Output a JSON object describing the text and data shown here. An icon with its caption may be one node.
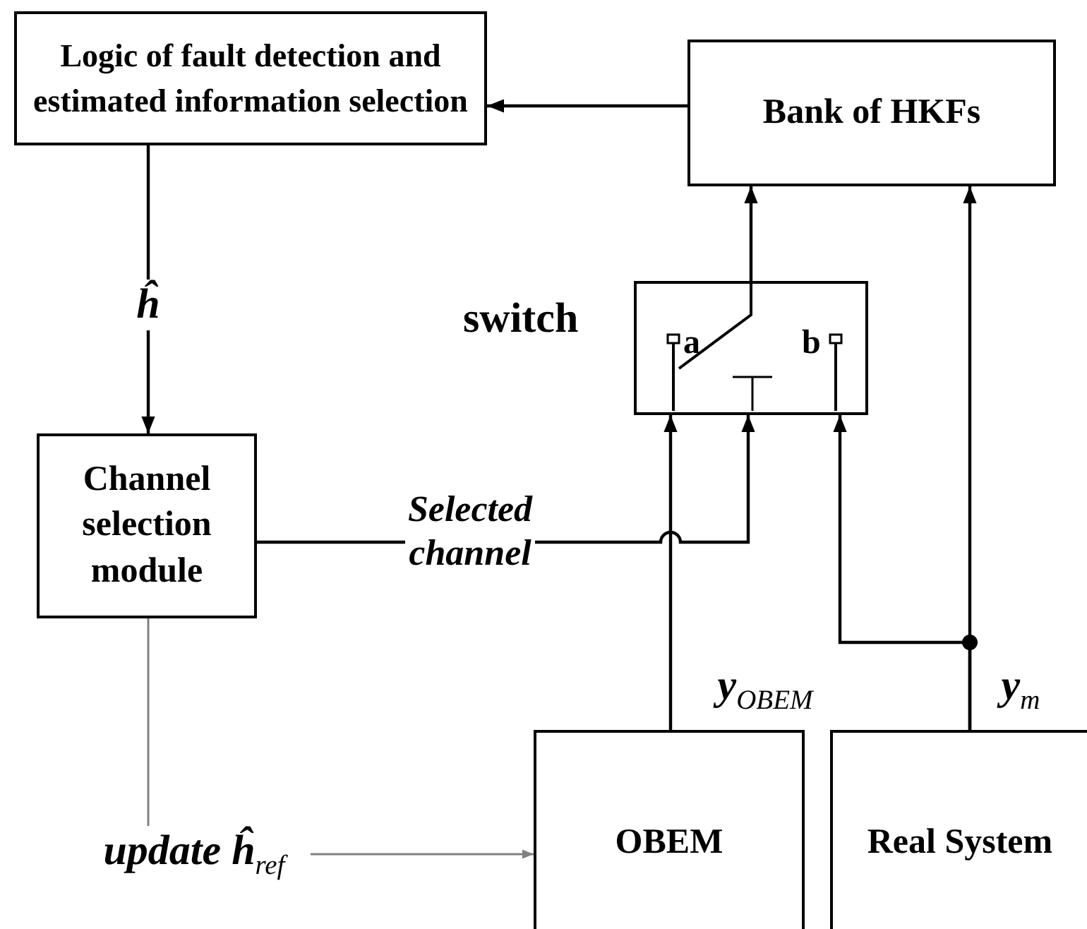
{
  "diagram": {
    "nodes": [
      {
        "text": [
          "Logic of fault detection and estimated information selection"
        ]
      },
      {
        "text": [
          "Bank of HKFs"
        ]
      },
      {
        "text": [],
        "shape": "box",
        "beside": [
          "switch"
        ]
      },
      {
        "text": [
          "Channel selection module"
        ]
      },
      {
        "text": [
          "OBEM"
        ]
      },
      {
        "text": [
          "Real System"
        ]
      }
    ],
    "edges": [
      {
        "from": 1,
        "to": 0,
        "arrow": "to"
      },
      {
        "from": 0,
        "to": 3,
        "arrow": "to",
        "label": "ĥ"
      },
      {
        "from": 2,
        "to": 1,
        "arrow": "to"
      },
      {
        "from": 3,
        "to": 2,
        "arrow": "to",
        "label": "Selected channel"
      },
      {
        "from": 4,
        "to": 2,
        "arrow": "to",
        "label": "y$_{OBEM}$"
      },
      {
        "from": 5,
        "to": 1,
        "arrow": "to",
        "label": "y$_{m}$"
      },
      {
        "from": 5,
        "to": 2,
        "arrow": "to"
      },
      {
        "from": 3,
        "to": 4,
        "arrow": "to",
        "label": "update ĥ$_{ref}$",
        "color": "#808080"
      }
    ],
    "labels": [
      "a",
      "b"
    ]
  }
}
